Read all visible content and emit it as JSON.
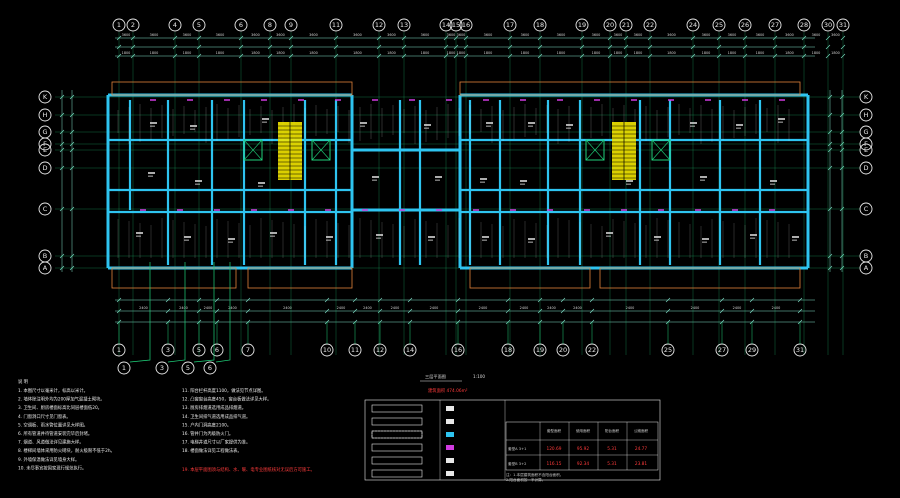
{
  "drawing": {
    "background": "#000000",
    "colors": {
      "grid": "#1fd17a",
      "wall_outer": "#2ec4f0",
      "wall_thin": "#e6e6e6",
      "stair": "#f2e600",
      "dim": "#7fe0c8",
      "balcony": "#e0823a",
      "magenta": "#d13be0",
      "red": "#ff3b3b",
      "text": "#e8e8e8"
    },
    "top_axes": [
      "1",
      "2",
      "4",
      "5",
      "6",
      "8",
      "9",
      "11",
      "12",
      "13",
      "14",
      "15",
      "16",
      "17",
      "18",
      "19",
      "20",
      "21",
      "22",
      "24",
      "25",
      "26",
      "27",
      "28",
      "30",
      "31"
    ],
    "bottom_axes": [
      "1",
      "3",
      "5",
      "6",
      "7",
      "10",
      "11",
      "12",
      "14",
      "16",
      "18",
      "19",
      "20",
      "22",
      "25",
      "27",
      "29",
      "31"
    ],
    "left_axes": [
      "K",
      "H",
      "G",
      "F",
      "E",
      "D",
      "C",
      "B",
      "A"
    ],
    "right_axes": [
      "K",
      "H",
      "G",
      "F",
      "E",
      "D",
      "C",
      "B",
      "A"
    ],
    "leader_axes": [
      "1",
      "3",
      "5",
      "6"
    ]
  },
  "legend": {
    "title": "三层平面图",
    "scale": "1:100",
    "red_label": "建筑面积  474.06m²",
    "col_headers": [
      "套型面积",
      "使用面积",
      "阳台面积",
      "公摊面积"
    ],
    "row_1_label": "套型A   3+1",
    "row_1_values": [
      "120.69",
      "95.92",
      "5.31",
      "24.77"
    ],
    "row_2_label": "套型B   3+2",
    "row_2_values": [
      "116.15",
      "92.34",
      "5.31",
      "23.81"
    ],
    "footnote_1": "注：1.本层建筑面积不含阳台面积。",
    "footnote_2": "2.阳台面积按一半计算。"
  },
  "notes": {
    "heading": "说  明",
    "left_lines": [
      "1. 本图尺寸以毫米计，标高以米计。",
      "2. 墙体除注明外均为200厚加气混凝土砌块。",
      "3. 卫生间、厨房楼面标高比同层楼面低20。",
      "4. 门窗洞口尺寸见门窗表。",
      "5. 空调板、雨水管位置详见大样图。",
      "6. 所有管道井待管道安装完毕后封堵。",
      "7. 烟道、风道做法详见建施大样。",
      "8. 楼梯间墙体采用防火砌块，耐火极限不低于2h。",
      "9. 外墙保温做法详见墙身大样。",
      "10. 未尽事宜按国家现行规范执行。"
    ],
    "mid_lines": [
      "11. 阳台栏杆高度1100，做法见节点详图。",
      "12. 凸窗窗台高度450，窗台板做法详见大样。",
      "13. 厨房排烟道选用成品排烟道。",
      "14. 卫生间排气道选用成品排气道。",
      "15. 户内门洞高度2100。",
      "16. 管井门为丙级防火门。",
      "17. 电梯井道尺寸以厂家提供为准。",
      "18. 楼面做法详见工程做法表。"
    ],
    "mid_red": "19. 本层平面图须与结构、水、暖、电专业图纸核对无误后方可施工。"
  }
}
